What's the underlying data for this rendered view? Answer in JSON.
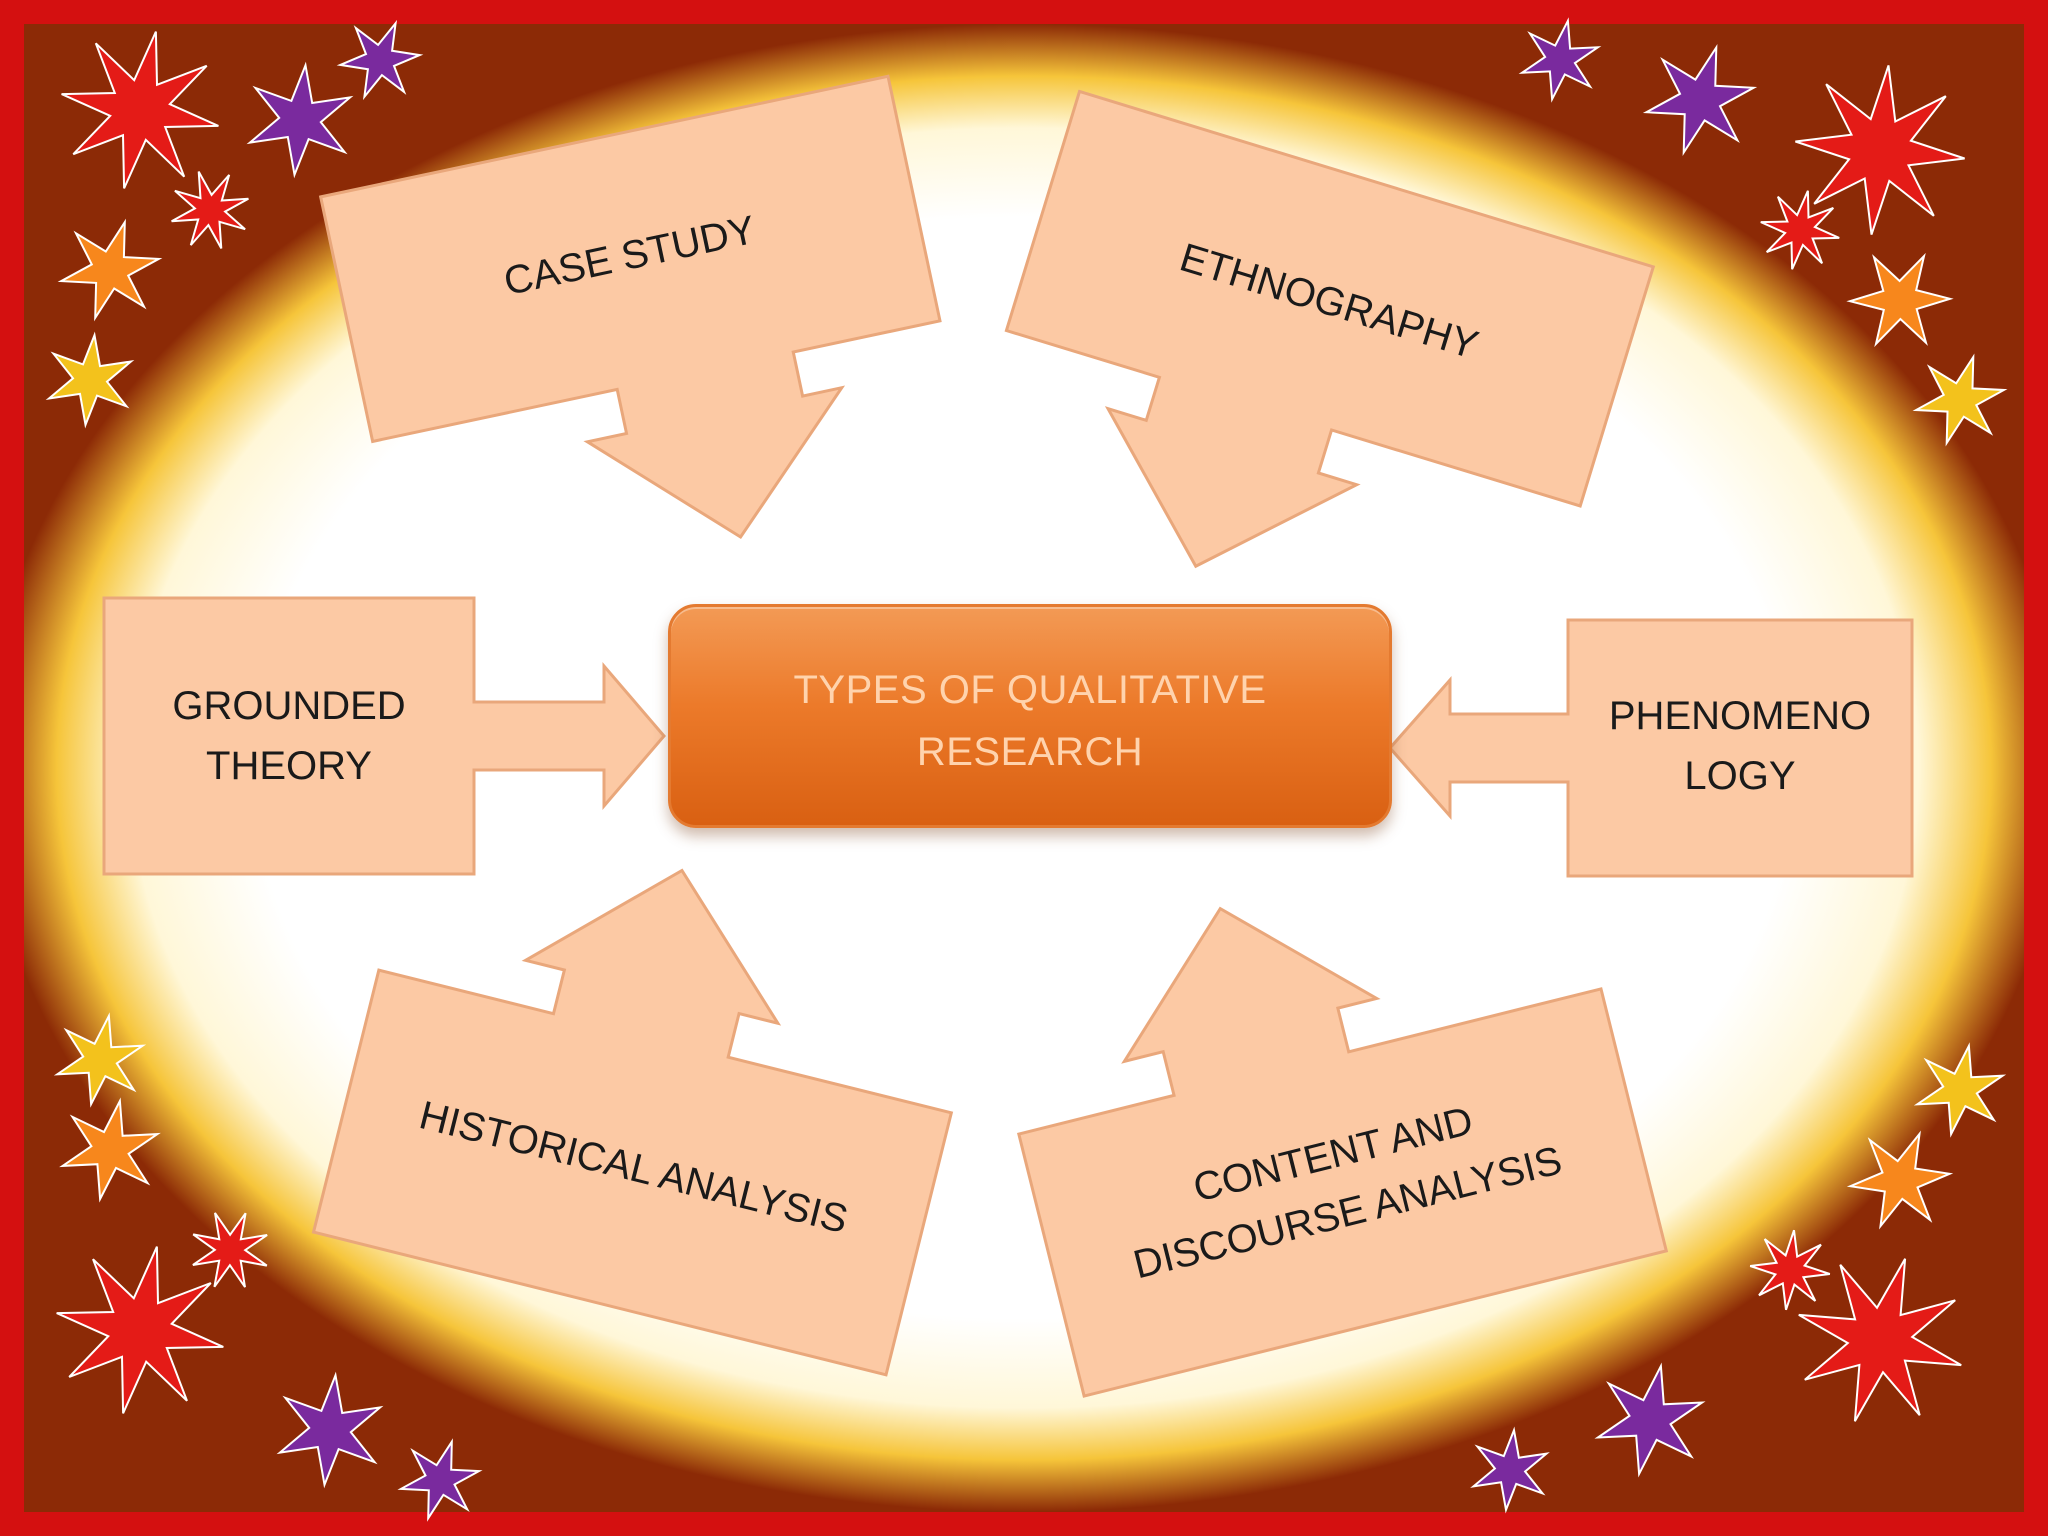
{
  "diagram": {
    "center": "TYPES OF QUALITATIVE\nRESEARCH",
    "nodes": [
      {
        "id": "case-study",
        "label": "CASE STUDY"
      },
      {
        "id": "ethnography",
        "label": "ETHNOGRAPHY"
      },
      {
        "id": "grounded-theory",
        "label": "GROUNDED\nTHEORY"
      },
      {
        "id": "phenomenology",
        "label": "PHENOMENO\nLOGY"
      },
      {
        "id": "historical-analysis",
        "label": "HISTORICAL ANALYSIS"
      },
      {
        "id": "content-discourse-analysis",
        "label": "CONTENT AND\nDISCOURSE ANALYSIS"
      }
    ]
  },
  "colors": {
    "node_fill": "#fcc9a4",
    "node_stroke": "#e9a77b",
    "center_fill": "#ec7a2a",
    "center_text": "#ffd3ad",
    "frame_border": "#d41010",
    "star_red": "#e41b17",
    "star_purple": "#7a2a9e",
    "star_orange": "#f7871c",
    "star_gold": "#f3c21c"
  }
}
